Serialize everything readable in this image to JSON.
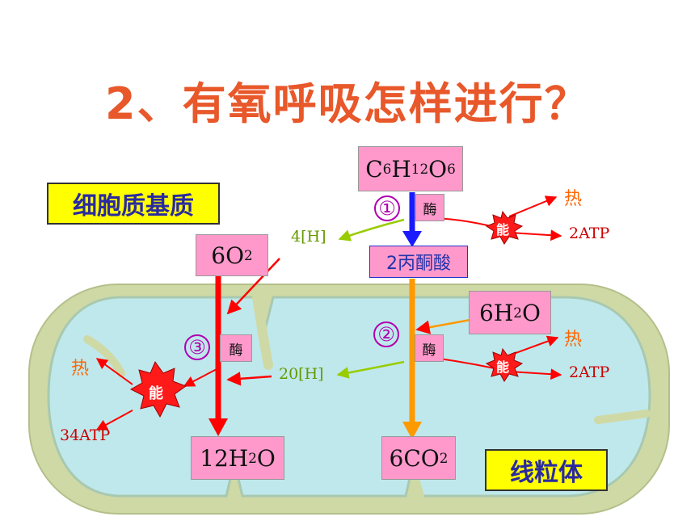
{
  "title": "2、有氧呼吸怎样进行？",
  "regions": {
    "cytoplasm": "细胞质基质",
    "mitochondria": "线粒体"
  },
  "substances": {
    "glucose": {
      "base": "C",
      "s1": "6",
      "h": "H",
      "s2": "12",
      "o": "O",
      "s3": "6"
    },
    "pyruvate": "2丙酮酸",
    "oxygen": {
      "main": "6O",
      "sub": "2"
    },
    "water_in": {
      "main": "6H",
      "sub": "2",
      "tail": "O"
    },
    "water_out": {
      "main": "12H",
      "sub": "2",
      "tail": "O"
    },
    "co2": {
      "main": "6CO",
      "sub": "2"
    }
  },
  "enzyme": "酶",
  "energy": "能",
  "heat": "热",
  "stages": {
    "s1": "①",
    "s2": "②",
    "s3": "③"
  },
  "hydrogen": {
    "h4": "4[H]",
    "h20": "20[H]"
  },
  "atp": {
    "a1": "2ATP",
    "a2": "2ATP",
    "a3": "34ATP"
  },
  "colors": {
    "title": "#e8582a",
    "mito_outer": "#cfd9a6",
    "mito_inner": "#bfe8ec",
    "arrow_blue": "#1a1aff",
    "arrow_orange": "#ff9900",
    "arrow_red": "#ff0000",
    "arrow_green": "#99cc00",
    "heat": "#ff6600",
    "atp": "#cc0000",
    "stage": "#b000b0"
  }
}
